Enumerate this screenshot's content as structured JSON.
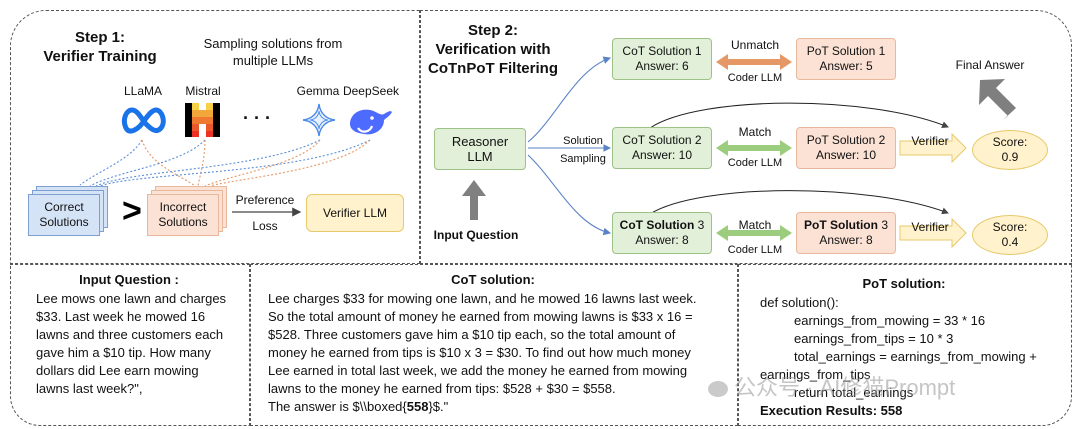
{
  "step1": {
    "title_line1": "Step 1:",
    "title_line2": "Verifier Training",
    "sampling_line1": "Sampling solutions from",
    "sampling_line2": "multiple LLMs",
    "models": [
      "LLaMA",
      "Mistral",
      "Gemma",
      "DeepSeek"
    ],
    "ellipsis": "· · ·",
    "correct_line1": "Correct",
    "correct_line2": "Solutions",
    "greater": ">",
    "incorrect_line1": "Incorrect",
    "incorrect_line2": "Solutions",
    "preference": "Preference",
    "loss": "Loss",
    "verifier": "Verifier LLM"
  },
  "step2": {
    "title_line1": "Step 2:",
    "title_line2": "Verification with",
    "title_line3": "CoTnPoT Filtering",
    "reasoner_line1": "Reasoner",
    "reasoner_line2": "LLM",
    "input_question": "Input Question",
    "solution": "Solution",
    "sampling": "Sampling",
    "cot": [
      {
        "name": "CoT Solution 1",
        "answer": "Answer: 6"
      },
      {
        "name": "CoT Solution 2",
        "answer": "Answer: 10"
      },
      {
        "name_bold": "CoT Solution",
        "name_rest": " 3",
        "answer": "Answer: 8"
      }
    ],
    "pot": [
      {
        "name": "PoT Solution 1",
        "answer": "Answer: 5"
      },
      {
        "name": "PoT Solution 2",
        "answer": "Answer: 10"
      },
      {
        "name_bold": "PoT Solution",
        "name_rest": " 3",
        "answer": "Answer: 8"
      }
    ],
    "unmatch": "Unmatch",
    "match": "Match",
    "coder": "Coder LLM",
    "verifier": "Verifier",
    "final_answer": "Final Answer",
    "scores": [
      {
        "label": "Score:",
        "value": "0.9"
      },
      {
        "label": "Score:",
        "value": "0.4"
      }
    ]
  },
  "bottom": {
    "input": {
      "title": "Input Question :",
      "lines": [
        "Lee mows one lawn and charges",
        "$33. Last week he mowed 16",
        "lawns and three customers each",
        "gave him a $10 tip. How many",
        "dollars did Lee earn mowing",
        "lawns last week?\","
      ]
    },
    "cot": {
      "title": "CoT solution:",
      "lines": [
        "Lee charges $33 for mowing one lawn, and he mowed 16 lawns last week.",
        "So the total amount of money he earned from mowing lawns is $33 x 16 =",
        "$528. Three customers gave him a $10 tip each, so the total amount of",
        "money he earned from tips is $10 x 3 = $30. To find out how much money",
        "Lee earned in total last week, we add the money he earned from mowing",
        "lawns to the money he earned from tips: $528 + $30 = $558."
      ],
      "answer_pre": "The answer is $\\\\boxed{",
      "answer_val": "558",
      "answer_post": "}$.\""
    },
    "pot": {
      "title": "PoT solution:",
      "def": "def solution():",
      "code": [
        "earnings_from_mowing = 33 * 16",
        "earnings_from_tips = 10 * 3",
        "total_earnings = earnings_from_mowing +"
      ],
      "wrap": "earnings_from_tips",
      "ret": "return total_earnings",
      "result": "Execution Results: 558"
    }
  },
  "watermark": "公众号 · AI修猫Prompt",
  "colors": {
    "green": "#e2f0d9",
    "peach": "#fbe2d5",
    "yellow": "#fff2cc",
    "blue": "#d5e3f7",
    "orange_arrow": "#e59866",
    "green_arrow": "#9ccc7e",
    "gray_arrow": "#808080"
  }
}
